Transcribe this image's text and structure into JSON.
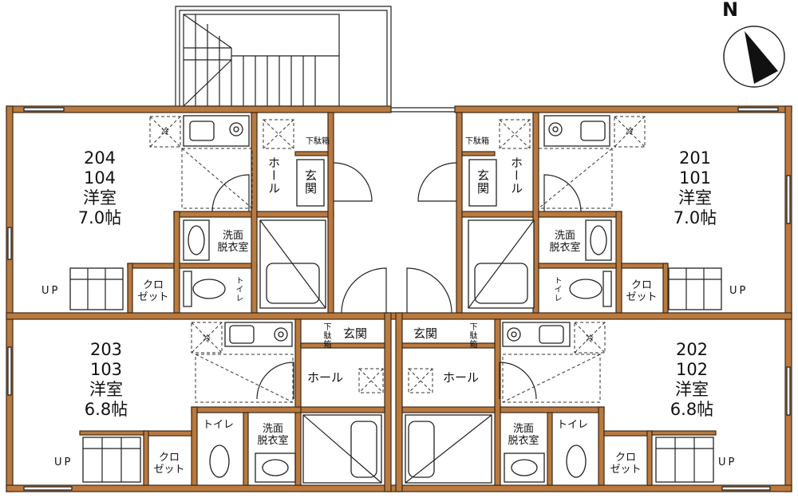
{
  "units": [
    {
      "numbers": [
        "204",
        "104"
      ],
      "room_type": "洋室",
      "size": "7.0帖"
    },
    {
      "numbers": [
        "201",
        "101"
      ],
      "room_type": "洋室",
      "size": "7.0帖"
    },
    {
      "numbers": [
        "203",
        "103"
      ],
      "room_type": "洋室",
      "size": "6.8帖"
    },
    {
      "numbers": [
        "202",
        "102"
      ],
      "room_type": "洋室",
      "size": "6.8帖"
    }
  ],
  "labels": {
    "hall": "ホール",
    "entrance": "玄関",
    "washroom_line1": "洗面",
    "washroom_line2": "脱衣室",
    "closet_line1": "クロ",
    "closet_line2": "ゼット",
    "toilet": "トイレ",
    "shoe_box": "下駄箱",
    "fridge": "冷",
    "up": "UP"
  },
  "compass": {
    "letter": "N"
  },
  "colors": {
    "wall": "#b9793f",
    "line": "#222222",
    "background": "#ffffff"
  }
}
